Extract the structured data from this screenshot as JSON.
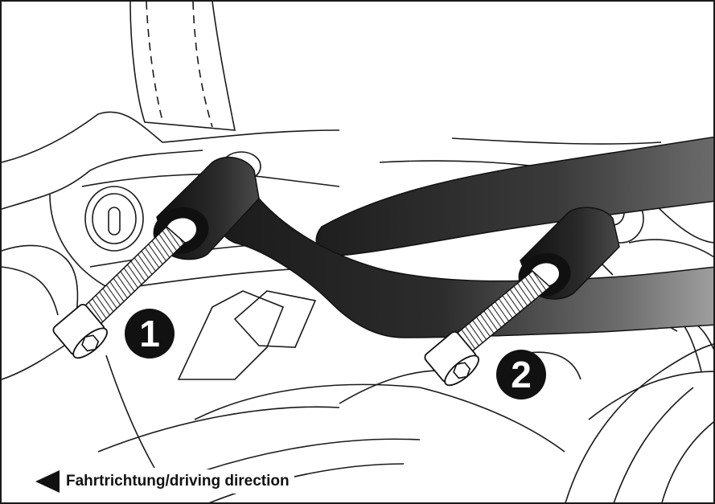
{
  "callouts": {
    "one": "1",
    "two": "2"
  },
  "direction_label": {
    "text": "Fahrtrichtung/driving direction",
    "icon": "arrow-left-icon"
  },
  "colors": {
    "outline": "#1a1a1a",
    "bar_dark": "#1b1b1b",
    "bar_light": "#9a9a9a",
    "badge": "#111111"
  }
}
